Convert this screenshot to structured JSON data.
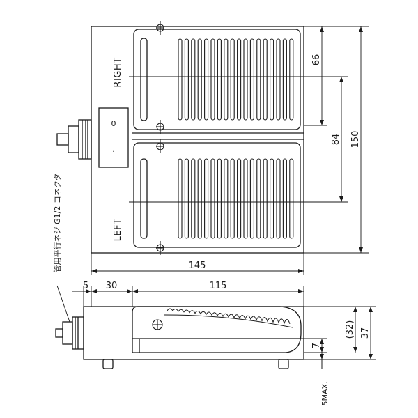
{
  "pedal_labels": {
    "right": "RIGHT",
    "left": "LEFT"
  },
  "switch_marks": {
    "top": "0",
    "bottom": "."
  },
  "connector_label": "管用平行ネジ G1/2 コネクタ",
  "dimensions": {
    "pitch_66": "66",
    "pitch_84": "84",
    "length_150": "150",
    "width_145": "145",
    "connector_5": "5",
    "offset_30": "30",
    "pedal_115": "115",
    "height_32": "(32)",
    "height_37": "37",
    "gap_7": "7",
    "max_5": "5MAX."
  }
}
